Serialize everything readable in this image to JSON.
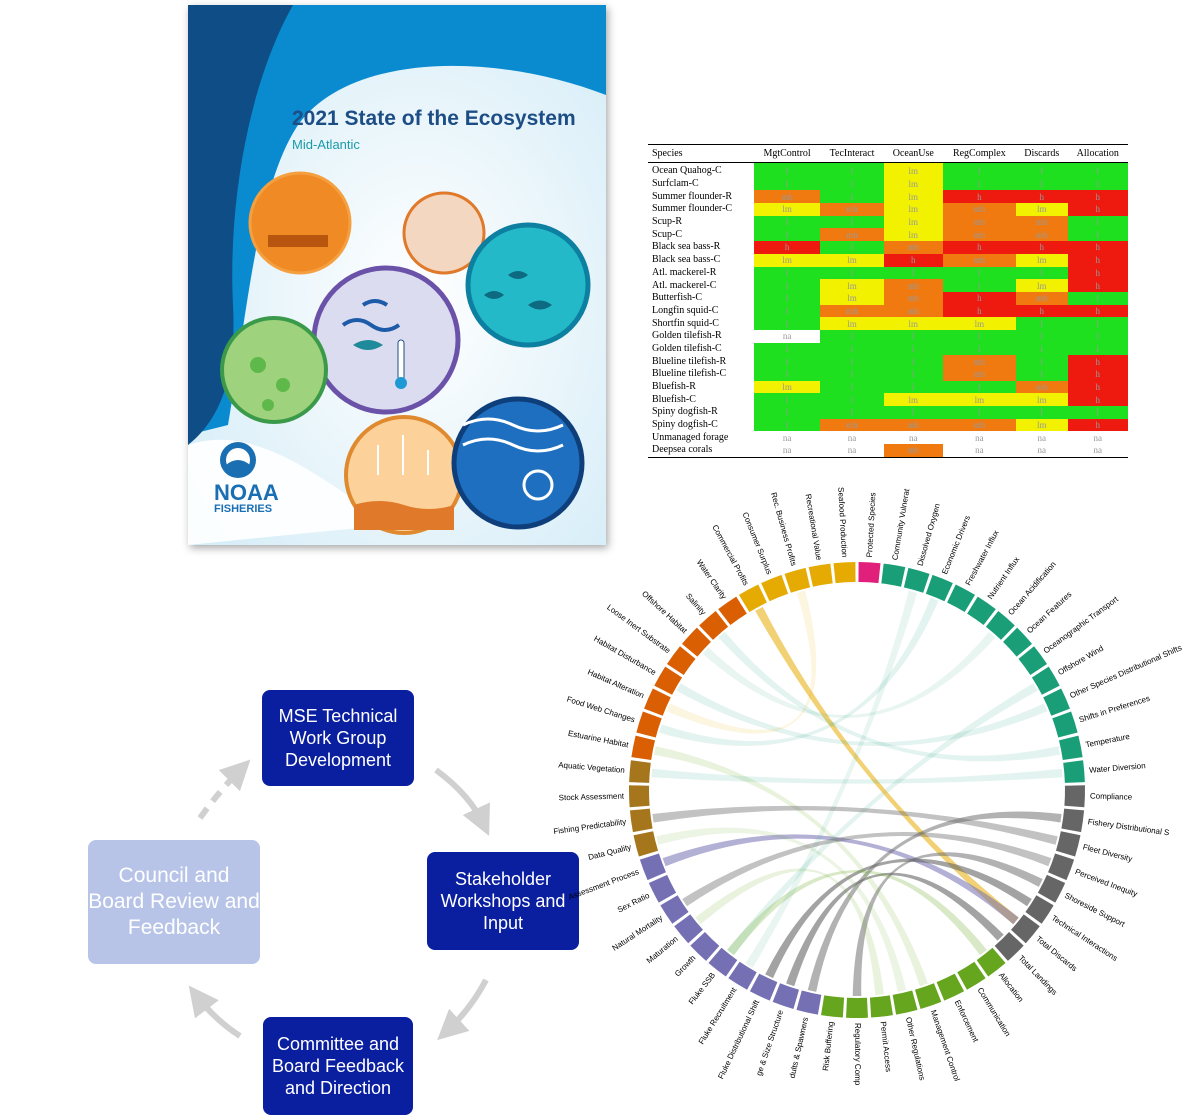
{
  "cover": {
    "title": "2021 State of the Ecosystem",
    "subtitle": "Mid-Atlantic",
    "logo_line1": "NOAA",
    "logo_line2": "FISHERIES",
    "colors": {
      "band": "#0a8bd0",
      "dark": "#1d4d85"
    }
  },
  "table": {
    "headers": [
      "Species",
      "MgtControl",
      "TecInteract",
      "OceanUse",
      "RegComplex",
      "Discards",
      "Allocation"
    ],
    "colors": {
      "l": "#1ee01e",
      "lm": "#f2f200",
      "mh": "#f07a10",
      "h": "#ee1a10",
      "na": "#ffffff"
    },
    "rows": [
      {
        "name": "Ocean Quahog-C",
        "cells": [
          "l",
          "l",
          "lm",
          "l",
          "l",
          "l"
        ]
      },
      {
        "name": "Surfclam-C",
        "cells": [
          "l",
          "l",
          "lm",
          "l",
          "l",
          "l"
        ]
      },
      {
        "name": "Summer flounder-R",
        "cells": [
          "mh",
          "l",
          "lm",
          "h",
          "h",
          "h"
        ]
      },
      {
        "name": "Summer flounder-C",
        "cells": [
          "lm",
          "mh",
          "lm",
          "mh",
          "lm",
          "h"
        ]
      },
      {
        "name": "Scup-R",
        "cells": [
          "l",
          "l",
          "lm",
          "mh",
          "mh",
          "l"
        ]
      },
      {
        "name": "Scup-C",
        "cells": [
          "l",
          "mh",
          "lm",
          "mh",
          "mh",
          "l"
        ]
      },
      {
        "name": "Black sea bass-R",
        "cells": [
          "h",
          "l",
          "mh",
          "h",
          "h",
          "h"
        ]
      },
      {
        "name": "Black sea bass-C",
        "cells": [
          "lm",
          "lm",
          "h",
          "mh",
          "lm",
          "h"
        ]
      },
      {
        "name": "Atl. mackerel-R",
        "cells": [
          "l",
          "l",
          "l",
          "l",
          "l",
          "h"
        ]
      },
      {
        "name": "Atl. mackerel-C",
        "cells": [
          "l",
          "lm",
          "mh",
          "l",
          "lm",
          "h"
        ]
      },
      {
        "name": "Butterfish-C",
        "cells": [
          "l",
          "lm",
          "mh",
          "h",
          "mh",
          "l"
        ]
      },
      {
        "name": "Longfin squid-C",
        "cells": [
          "l",
          "mh",
          "mh",
          "h",
          "h",
          "h"
        ]
      },
      {
        "name": "Shortfin squid-C",
        "cells": [
          "l",
          "lm",
          "lm",
          "lm",
          "l",
          "l"
        ]
      },
      {
        "name": "Golden tilefish-R",
        "cells": [
          "na",
          "l",
          "l",
          "l",
          "l",
          "l"
        ]
      },
      {
        "name": "Golden tilefish-C",
        "cells": [
          "l",
          "l",
          "l",
          "l",
          "l",
          "l"
        ]
      },
      {
        "name": "Blueline tilefish-R",
        "cells": [
          "l",
          "l",
          "l",
          "mh",
          "l",
          "h"
        ]
      },
      {
        "name": "Blueline tilefish-C",
        "cells": [
          "l",
          "l",
          "l",
          "mh",
          "l",
          "h"
        ]
      },
      {
        "name": "Bluefish-R",
        "cells": [
          "lm",
          "l",
          "l",
          "l",
          "mh",
          "h"
        ]
      },
      {
        "name": "Bluefish-C",
        "cells": [
          "l",
          "l",
          "lm",
          "lm",
          "lm",
          "h"
        ]
      },
      {
        "name": "Spiny dogfish-R",
        "cells": [
          "l",
          "l",
          "l",
          "l",
          "l",
          "l"
        ]
      },
      {
        "name": "Spiny dogfish-C",
        "cells": [
          "l",
          "mh",
          "mh",
          "mh",
          "lm",
          "h"
        ]
      },
      {
        "name": "Unmanaged forage",
        "cells": [
          "na",
          "na",
          "na",
          "na",
          "na",
          "na"
        ]
      },
      {
        "name": "Deepsea corals",
        "cells": [
          "na",
          "na",
          "mh",
          "na",
          "na",
          "na"
        ]
      }
    ]
  },
  "flow": {
    "boxes": [
      {
        "id": "mse",
        "label": "MSE Technical Work Group Development",
        "color": "#0a1ea0"
      },
      {
        "id": "stake",
        "label": "Stakeholder Workshops and Input",
        "color": "#0a1ea0"
      },
      {
        "id": "committee",
        "label": "Committee and Board Feedback and Direction",
        "color": "#0a1ea0"
      },
      {
        "id": "council",
        "label": "Council and Board Review and Feedback",
        "color": "#b7c4e8"
      }
    ]
  },
  "chord": {
    "labels": [
      {
        "t": "Protected Species",
        "c": "#e0207a"
      },
      {
        "t": "Community Vulnerat",
        "c": "#1a9e78"
      },
      {
        "t": "Dissolved Oxygen",
        "c": "#1a9e78"
      },
      {
        "t": "Economic Drivers",
        "c": "#1a9e78"
      },
      {
        "t": "Freshwater Influx",
        "c": "#1a9e78"
      },
      {
        "t": "Nutrient Influx",
        "c": "#1a9e78"
      },
      {
        "t": "Ocean Acidification",
        "c": "#1a9e78"
      },
      {
        "t": "Ocean Features",
        "c": "#1a9e78"
      },
      {
        "t": "Oceanographic Transport",
        "c": "#1a9e78"
      },
      {
        "t": "Offshore Wind",
        "c": "#1a9e78"
      },
      {
        "t": "Other Species Distributional Shifts",
        "c": "#1a9e78"
      },
      {
        "t": "Shifts in Preferences",
        "c": "#1a9e78"
      },
      {
        "t": "Temperature",
        "c": "#1a9e78"
      },
      {
        "t": "Water Diversion",
        "c": "#1a9e78"
      },
      {
        "t": "Compliance",
        "c": "#666666"
      },
      {
        "t": "Fishery Distributional S",
        "c": "#666666"
      },
      {
        "t": "Fleet Diversity",
        "c": "#666666"
      },
      {
        "t": "Perceived Inequity",
        "c": "#666666"
      },
      {
        "t": "Shoreside Support",
        "c": "#666666"
      },
      {
        "t": "Technical Interactions",
        "c": "#666666"
      },
      {
        "t": "Total Discards",
        "c": "#666666"
      },
      {
        "t": "Total Landings",
        "c": "#666666"
      },
      {
        "t": "Allocation",
        "c": "#66a61e"
      },
      {
        "t": "Communication",
        "c": "#66a61e"
      },
      {
        "t": "Enforcement",
        "c": "#66a61e"
      },
      {
        "t": "Management Control",
        "c": "#66a61e"
      },
      {
        "t": "Other Regulations",
        "c": "#66a61e"
      },
      {
        "t": "Permit Access",
        "c": "#66a61e"
      },
      {
        "t": "Regulatory Comp",
        "c": "#66a61e"
      },
      {
        "t": "Risk Buffering",
        "c": "#66a61e"
      },
      {
        "t": "dults & Spawners",
        "c": "#7570b3"
      },
      {
        "t": "ge & Size Structure",
        "c": "#7570b3"
      },
      {
        "t": "Fluke Distributional Shift",
        "c": "#7570b3"
      },
      {
        "t": "Fluke Recruitment",
        "c": "#7570b3"
      },
      {
        "t": "Fluke SSB",
        "c": "#7570b3"
      },
      {
        "t": "Growth",
        "c": "#7570b3"
      },
      {
        "t": "Maturation",
        "c": "#7570b3"
      },
      {
        "t": "Natural Mortality",
        "c": "#7570b3"
      },
      {
        "t": "Sex Ratio",
        "c": "#7570b3"
      },
      {
        "t": "Assessment Process",
        "c": "#7570b3"
      },
      {
        "t": "Data Quality",
        "c": "#a6761d"
      },
      {
        "t": "Fishing Predictability",
        "c": "#a6761d"
      },
      {
        "t": "Stock Assessment",
        "c": "#a6761d"
      },
      {
        "t": "Aquatic Vegetation",
        "c": "#a6761d"
      },
      {
        "t": "Estuarine Habitat",
        "c": "#d95f02"
      },
      {
        "t": "Food Web Changes",
        "c": "#d95f02"
      },
      {
        "t": "Habitat Alteration",
        "c": "#d95f02"
      },
      {
        "t": "Habitat Disturbance",
        "c": "#d95f02"
      },
      {
        "t": "Loose Inert Substrate",
        "c": "#d95f02"
      },
      {
        "t": "Offshore Habitat",
        "c": "#d95f02"
      },
      {
        "t": "Salinity",
        "c": "#d95f02"
      },
      {
        "t": "Water Clarity",
        "c": "#d95f02"
      },
      {
        "t": "Commercial Profits",
        "c": "#e6ab02"
      },
      {
        "t": "Consumer Surplus",
        "c": "#e6ab02"
      },
      {
        "t": "Rec. Business Profits",
        "c": "#e6ab02"
      },
      {
        "t": "Recreational Value",
        "c": "#e6ab02"
      },
      {
        "t": "Seafood Production",
        "c": "#e6ab02"
      }
    ]
  }
}
